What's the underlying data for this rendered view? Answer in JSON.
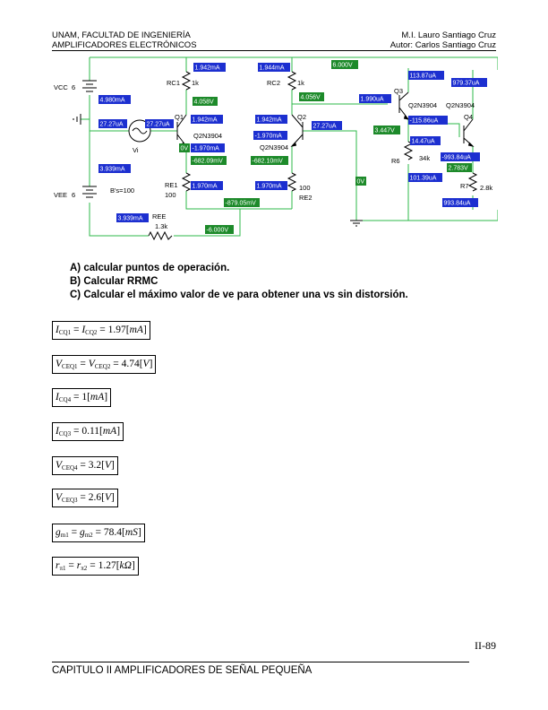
{
  "header": {
    "left_line1": "UNAM, FACULTAD DE INGENIERÍA",
    "left_line2": "AMPLIFICADORES ELECTRÓNICOS",
    "right_line1": "M.I. Lauro Santiago Cruz",
    "right_line2": "Autor: Carlos Santiago Cruz"
  },
  "schematic": {
    "colors": {
      "wire": "#2db84a",
      "probe_blue": "#1c2fd0",
      "probe_green": "#1d8a2a",
      "probe_text": "#ffffff"
    },
    "labels": {
      "vcc": "VCC",
      "vcc_val": "6",
      "vee": "VEE",
      "vee_val": "6",
      "rc1": "RC1",
      "rc1_val": "1k",
      "rc2": "RC2",
      "rc2_val": "1k",
      "q1": "Q1",
      "q1_model": "Q2N3904",
      "q2": "Q2",
      "q2_model": "Q2N3904",
      "q3": "Q3",
      "q3_model": "Q2N3904",
      "q4": "Q4",
      "q4_model": "Q2N3904",
      "re1": "RE1",
      "re1_val": "100",
      "re2_val": "100",
      "re2": "RE2",
      "ree": "REE",
      "ree_val": "1.3k",
      "r6": "R6",
      "r6_val": "34k",
      "r7": "R7",
      "r7_val": "2.8k",
      "vi": "Vi",
      "bs": "B's=100"
    },
    "probes_blue": {
      "p1": "1.942mA",
      "p2": "1.944mA",
      "p3": "113.87uA",
      "p4": "979.37uA",
      "p5": "4.980mA",
      "p6": "1.990uA",
      "p7": "27.27uA",
      "p8": "27.27uA",
      "p9": "1.942mA",
      "p10": "1.942mA",
      "p11": "27.27uA",
      "p12": "-1.970mA",
      "p13": "-1.970mA",
      "p14": "-115.86uA",
      "p15": "14.47uA",
      "p16": "-993.84uA",
      "p17": "3.939mA",
      "p18": "101.39uA",
      "p19": "1.970mA",
      "p20": "1.970mA",
      "p21": "993.84uA",
      "p22": "3.939mA"
    },
    "probes_green": {
      "g1": "6.000V",
      "g2": "4.058V",
      "g3": "4.056V",
      "g4": "0V",
      "g5": "3.447V",
      "g6": "-682.09mV",
      "g7": "-682.10mV",
      "g8": "2.783V",
      "g9": "0V",
      "g10": "-879.05mV",
      "g11": "-6.000V"
    }
  },
  "questions": [
    "A) calcular puntos de operación.",
    "B) Calcular RRMC",
    "C) Calcular el máximo valor de ve para obtener una vs sin distorsión."
  ],
  "results": [
    {
      "lhs1_sym": "I",
      "lhs1_sub": "CQ1",
      "lhs2_sym": "I",
      "lhs2_sub": "CQ2",
      "value": "1.97",
      "unit": "mA"
    },
    {
      "lhs1_sym": "V",
      "lhs1_sub": "CEQ1",
      "lhs2_sym": "V",
      "lhs2_sub": "CEQ2",
      "value": "4.74",
      "unit": "V"
    },
    {
      "lhs1_sym": "I",
      "lhs1_sub": "CQ4",
      "value": "1",
      "unit": "mA"
    },
    {
      "lhs1_sym": "I",
      "lhs1_sub": "CQ3",
      "value": "0.11",
      "unit": "mA"
    },
    {
      "lhs1_sym": "V",
      "lhs1_sub": "CEQ4",
      "value": "3.2",
      "unit": "V"
    },
    {
      "lhs1_sym": "V",
      "lhs1_sub": "CEQ3",
      "value": "2.6",
      "unit": "V"
    },
    {
      "lhs1_sym": "g",
      "lhs1_sub": "m1",
      "lhs2_sym": "g",
      "lhs2_sub": "m2",
      "value": "78.4",
      "unit": "mS"
    },
    {
      "lhs1_sym": "r",
      "lhs1_sub": "π1",
      "lhs2_sym": "r",
      "lhs2_sub": "π2",
      "value": "1.27",
      "unit": "kΩ"
    }
  ],
  "page_number": "II-89",
  "footer": "CAPITULO II AMPLIFICADORES DE SEÑAL PEQUEÑA"
}
